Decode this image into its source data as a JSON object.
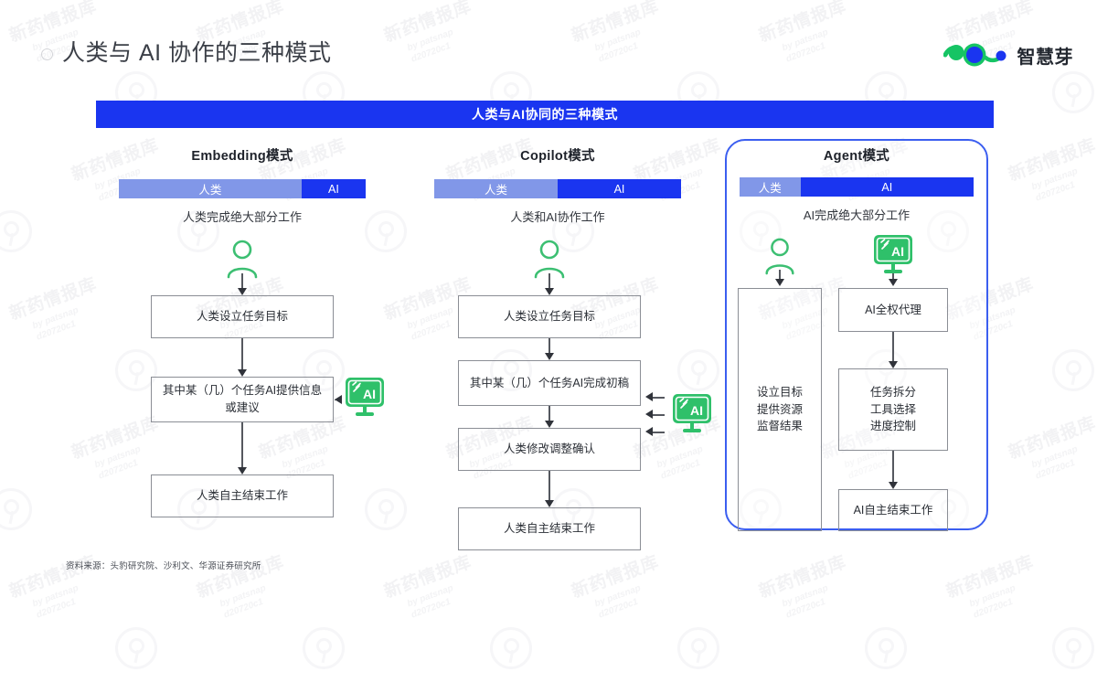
{
  "header": {
    "title": "人类与 AI 协作的三种模式",
    "bullet_icon": "circle-outline-icon",
    "brand_name": "智慧芽",
    "brand_logo_icon": "patsnap-node-logo-icon",
    "brand_green": "#16c464",
    "brand_blue": "#1a35f0"
  },
  "banner": {
    "text": "人类与AI协同的三种模式",
    "bg_color": "#1a35f0",
    "text_color": "#ffffff"
  },
  "palette": {
    "human_bar": "#8197e8",
    "ai_bar": "#1a35f0",
    "node_border": "#8b8e95",
    "connector": "#55585f",
    "ai_icon_green": "#2fc06a",
    "person_icon_green": "#3cbf72",
    "agent_panel_border": "#3b5ef0"
  },
  "columns": [
    {
      "id": "embedding",
      "title": "Embedding模式",
      "bar": {
        "human_label": "人类",
        "ai_label": "AI",
        "human_pct": 74,
        "ai_pct": 26
      },
      "caption": "人类完成绝大部分工作",
      "icons": [
        {
          "name": "person-icon",
          "label": "人类"
        }
      ],
      "nodes": [
        {
          "text": "人类设立任务目标"
        },
        {
          "text": "其中某（几）个任务AI提供信息或建议"
        },
        {
          "text": "人类自主结束工作"
        }
      ],
      "ai_helper": {
        "name": "ai-monitor-icon",
        "label": "AI",
        "arrows": 1
      }
    },
    {
      "id": "copilot",
      "title": "Copilot模式",
      "bar": {
        "human_label": "人类",
        "ai_label": "AI",
        "human_pct": 50,
        "ai_pct": 50
      },
      "caption": "人类和AI协作工作",
      "icons": [
        {
          "name": "person-icon",
          "label": "人类"
        }
      ],
      "nodes": [
        {
          "text": "人类设立任务目标"
        },
        {
          "text": "其中某（几）个任务AI完成初稿"
        },
        {
          "text": "人类修改调整确认"
        },
        {
          "text": "人类自主结束工作"
        }
      ],
      "ai_helper": {
        "name": "ai-monitor-icon",
        "label": "AI",
        "arrows": 3
      }
    },
    {
      "id": "agent",
      "title": "Agent模式",
      "bar": {
        "human_label": "人类",
        "ai_label": "AI",
        "human_pct": 26,
        "ai_pct": 74
      },
      "caption": "AI完成绝大部分工作",
      "icons": [
        {
          "name": "person-icon",
          "label": "人类"
        },
        {
          "name": "ai-monitor-icon",
          "label": "AI"
        }
      ],
      "human_track_node": "设立目标\n提供资源\n监督结果",
      "human_track_lines": [
        "设立目标",
        "提供资源",
        "监督结果"
      ],
      "ai_track_nodes": [
        {
          "text": "AI全权代理"
        },
        {
          "text": "任务拆分\n工具选择\n进度控制",
          "lines": [
            "任务拆分",
            "工具选择",
            "进度控制"
          ]
        },
        {
          "text": "AI自主结束工作"
        }
      ],
      "highlighted": true
    }
  ],
  "footer": {
    "source": "资料来源：头豹研究院、沙利文、华源证券研究所"
  },
  "watermark": {
    "primary_text": "新药情报库",
    "secondary_text": "by patsnap",
    "code_text": "d20720c1",
    "mark_icon": "patsnap-circle-watermark-icon"
  }
}
